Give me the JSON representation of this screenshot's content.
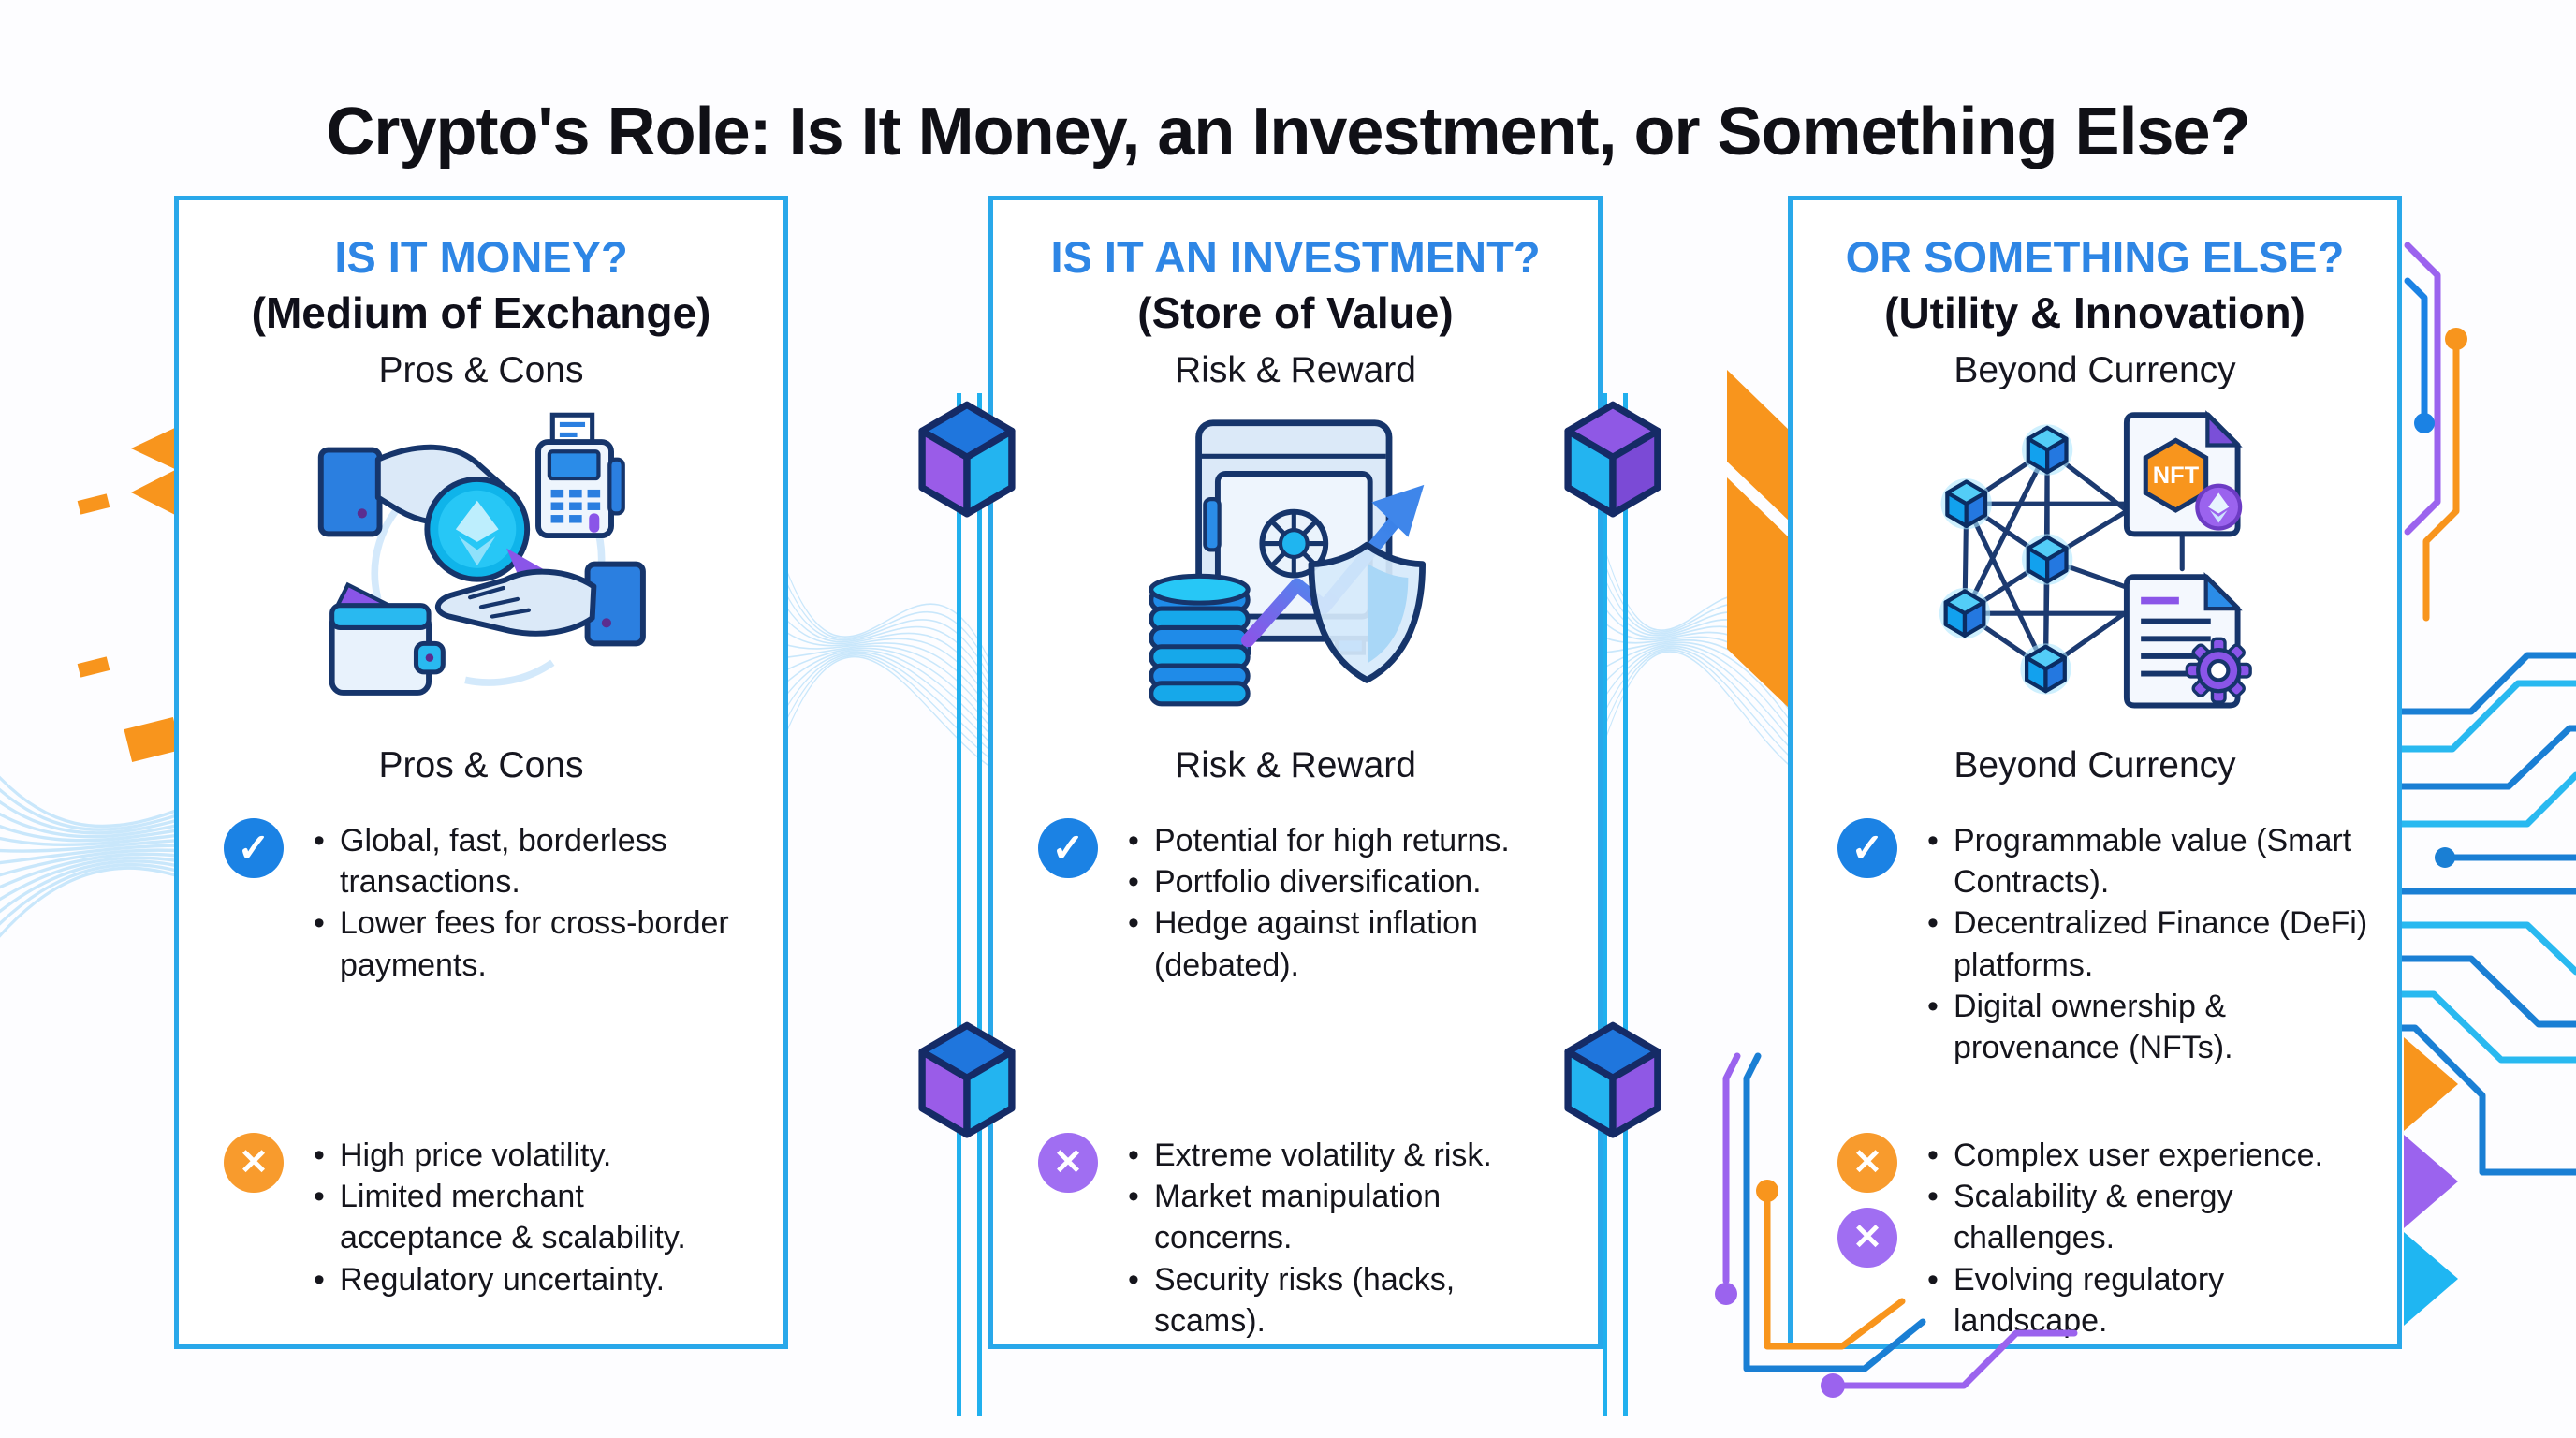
{
  "title": "Crypto's Role: Is It Money, an Investment, or Something Else?",
  "icons": {
    "check": "✓",
    "cross": "✕"
  },
  "panels": [
    {
      "heading": "IS IT MONEY?",
      "subheading": "(Medium of Exchange)",
      "tagline": "Pros & Cons",
      "illustration": "crypto-payment-exchange",
      "pros": [
        "Global, fast, borderless transactions.",
        "Lower fees for cross-border payments."
      ],
      "cons": [
        "High price volatility.",
        "Limited merchant acceptance & scalability.",
        "Regulatory uncertainty."
      ]
    },
    {
      "heading": "IS IT AN INVESTMENT?",
      "subheading": "(Store of Value)",
      "tagline": "Risk & Reward",
      "illustration": "vault-growth-shield",
      "pros": [
        "Potential for high returns.",
        "Portfolio diversification.",
        "Hedge against inflation (debated)."
      ],
      "cons": [
        "Extreme volatility & risk.",
        "Market manipulation concerns.",
        "Security risks (hacks, scams)."
      ]
    },
    {
      "heading": "OR SOMETHING ELSE?",
      "subheading": "(Utility & Innovation)",
      "tagline": "Beyond Currency",
      "illustration": "blockchain-network-nft-contract",
      "nft_badge": "NFT",
      "pros": [
        "Programmable value (Smart Contracts).",
        "Decentralized Finance (DeFi) platforms.",
        "Digital ownership & provenance (NFTs)."
      ],
      "cons": [
        "Complex user experience.",
        "Scalability & energy challenges.",
        "Evolving regulatory landscape."
      ]
    }
  ],
  "colors": {
    "heading_blue": "#2e86e5",
    "panel_border": "#29a8ea",
    "check_blue": "#1b82e4",
    "cross_orange": "#f89b2d",
    "cross_purple": "#a06ef2",
    "cyan": "#23b4f0",
    "navy_outline": "#16356b",
    "orange": "#f8951d",
    "purple": "#9a5ce8"
  }
}
